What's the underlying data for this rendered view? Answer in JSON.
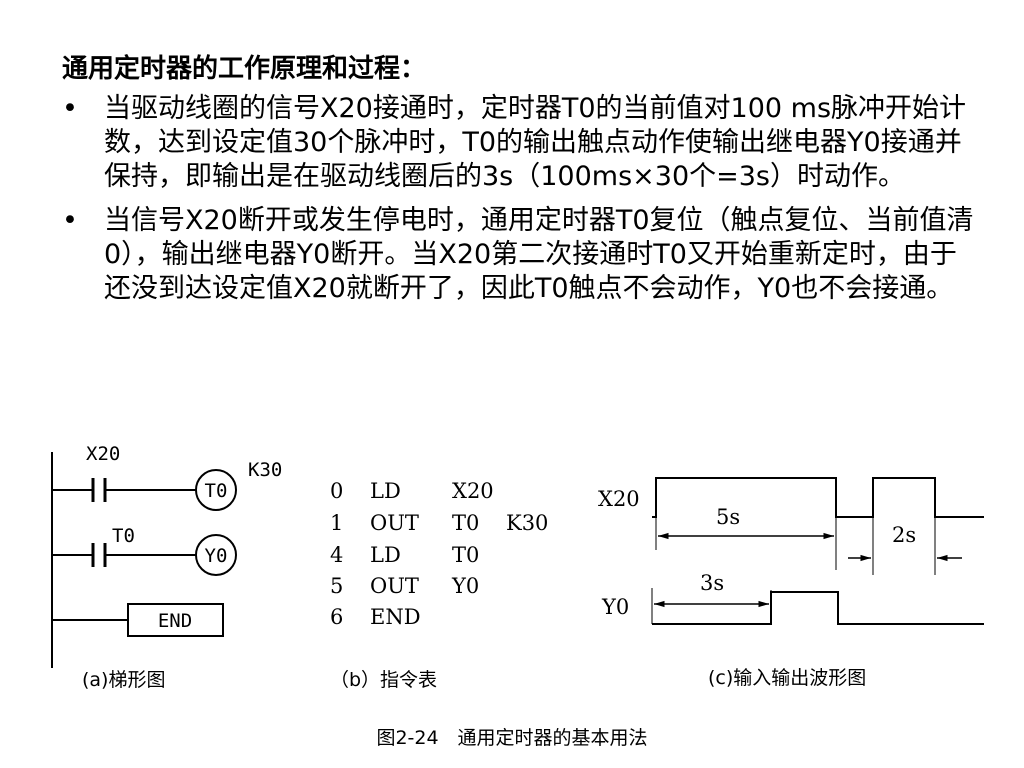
{
  "heading": "通用定时器的工作原理和过程：",
  "bullets": [
    {
      "marker": "•",
      "text": "当驱动线圈的信号X20接通时，定时器T0的当前值对100 ms脉冲开始计数，达到设定值30个脉冲时，T0的输出触点动作使输出继电器Y0接通并保持，即输出是在驱动线圈后的3s（100ms×30个=3s）时动作。"
    },
    {
      "marker": "•",
      "text": "当信号X20断开或发生停电时，通用定时器T0复位（触点复位、当前值清0），输出继电器Y0断开。当X20第二次接通时T0又开始重新定时，由于还没到达设定值X20就断开了，因此T0触点不会动作，Y0也不会接通。"
    }
  ],
  "ladder": {
    "caption": "(a)梯形图",
    "rung1_contact": "X20",
    "rung1_coil": "T0",
    "rung1_setting": "K30",
    "rung2_contact": "T0",
    "rung2_coil": "Y0",
    "end_box": "END"
  },
  "instructions": {
    "caption": "（b）指令表",
    "rows": [
      {
        "step": "0",
        "op": "LD",
        "arg1": "X20",
        "arg2": ""
      },
      {
        "step": "1",
        "op": "OUT",
        "arg1": "T0",
        "arg2": "K30"
      },
      {
        "step": "4",
        "op": "LD",
        "arg1": "T0",
        "arg2": ""
      },
      {
        "step": "5",
        "op": "OUT",
        "arg1": "Y0",
        "arg2": ""
      },
      {
        "step": "6",
        "op": "END",
        "arg1": "",
        "arg2": ""
      }
    ]
  },
  "waveform": {
    "caption": "(c)输入输出波形图",
    "x_label": "X20",
    "y_label": "Y0",
    "interval_x20": "5s",
    "interval_second": "2s",
    "interval_y0": "3s"
  },
  "figure_caption": "图2-24　通用定时器的基本用法"
}
